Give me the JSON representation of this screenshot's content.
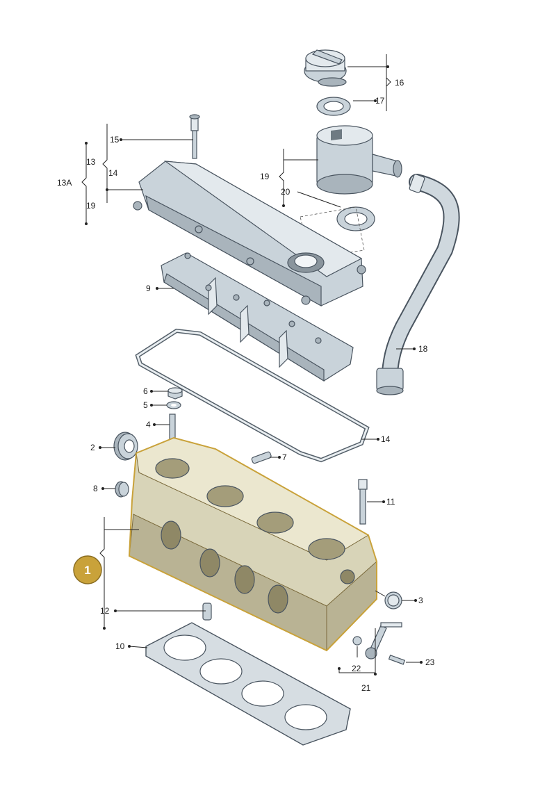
{
  "labels": {
    "l1": "1",
    "l2": "2",
    "l3": "3",
    "l4": "4",
    "l5": "5",
    "l6": "6",
    "l7": "7",
    "l8": "8",
    "l9": "9",
    "l10": "10",
    "l11": "11",
    "l12": "12",
    "l13": "13",
    "l13a": "13A",
    "l14a": "14",
    "l14b": "14",
    "l15": "15",
    "l16": "16",
    "l17": "17",
    "l18": "18",
    "l19a": "19",
    "l19b": "19",
    "l20": "20",
    "l21": "21",
    "l22": "22",
    "l23": "23"
  },
  "colors": {
    "highlight_badge": "#c9a23a",
    "head_outline": "#c9a23a"
  }
}
